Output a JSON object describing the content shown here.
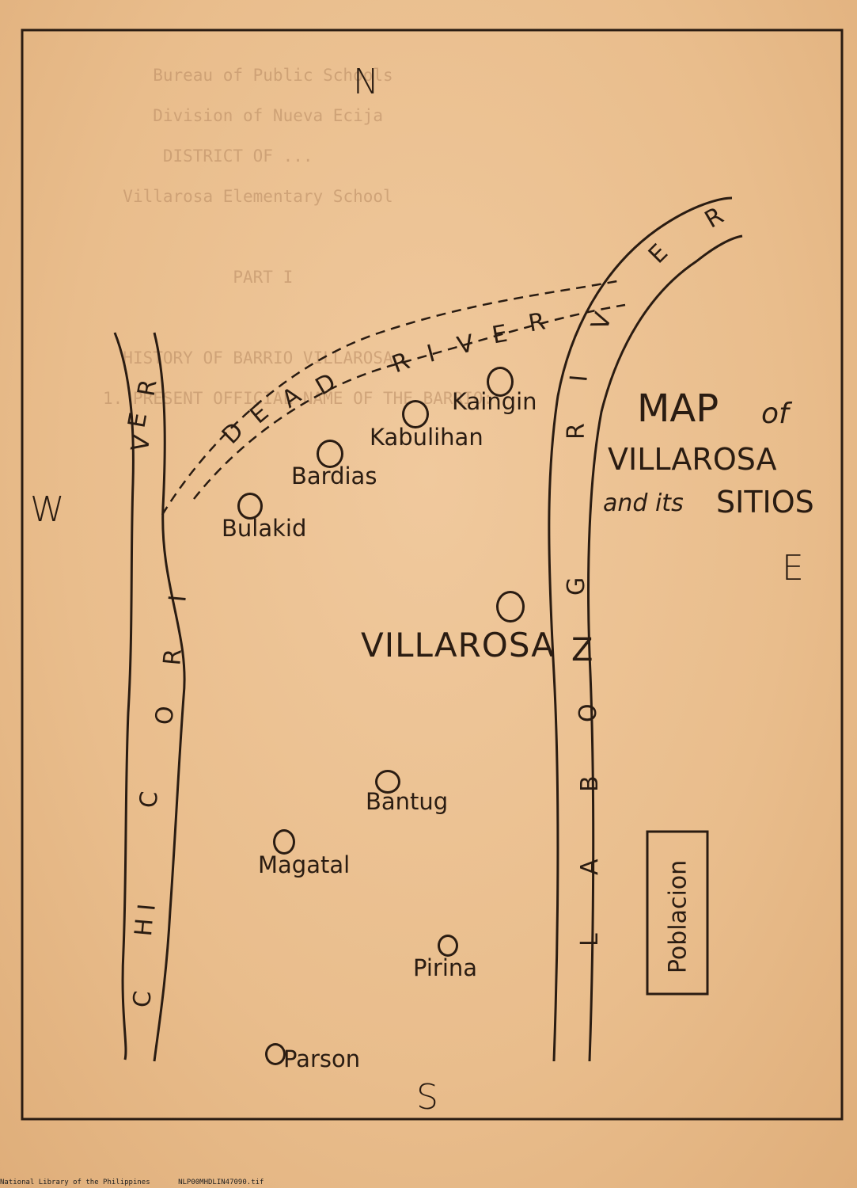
{
  "map": {
    "directions": {
      "north": "N",
      "south": "S",
      "east": "E",
      "west": "W"
    },
    "title": {
      "line1": "MAP",
      "of": "of",
      "line2": "VILLAROSA",
      "line3_prefix": "and its",
      "line3": "SITIOS"
    },
    "center_label": "VILLAROSA",
    "center_mark": "Z",
    "poblacion_label": "Poblacion",
    "sitios": [
      "Kaingin",
      "Kabulihan",
      "Bardias",
      "Bulakid",
      "Bantug",
      "Magatal",
      "Pirina",
      "Parson"
    ],
    "rivers": {
      "chico": [
        "C",
        "H",
        "I",
        "C",
        "O",
        "R",
        "I",
        "V",
        "E",
        "R"
      ],
      "dead": [
        "D",
        "E",
        "A",
        "D",
        "R",
        "I",
        "V",
        "E",
        "R"
      ],
      "labog": [
        "L",
        "A",
        "B",
        "O",
        "G",
        "R",
        "I",
        "V",
        "E",
        "R"
      ]
    }
  },
  "background_text": [
    "Bureau of Public Schools",
    "Division of Nueva Ecija",
    "DISTRICT OF ...",
    "Villarosa Elementary School",
    "PART I",
    "HISTORY OF BARRIO VILLAROSA",
    "1. PRESENT OFFICIAL NAME OF THE BARRIO:"
  ],
  "footer": {
    "source": "National Library of the Philippines",
    "file": "NLP00MHDLIN47090.tif"
  },
  "colors": {
    "ink": "#2a1c12",
    "paper": "#ecc193"
  }
}
